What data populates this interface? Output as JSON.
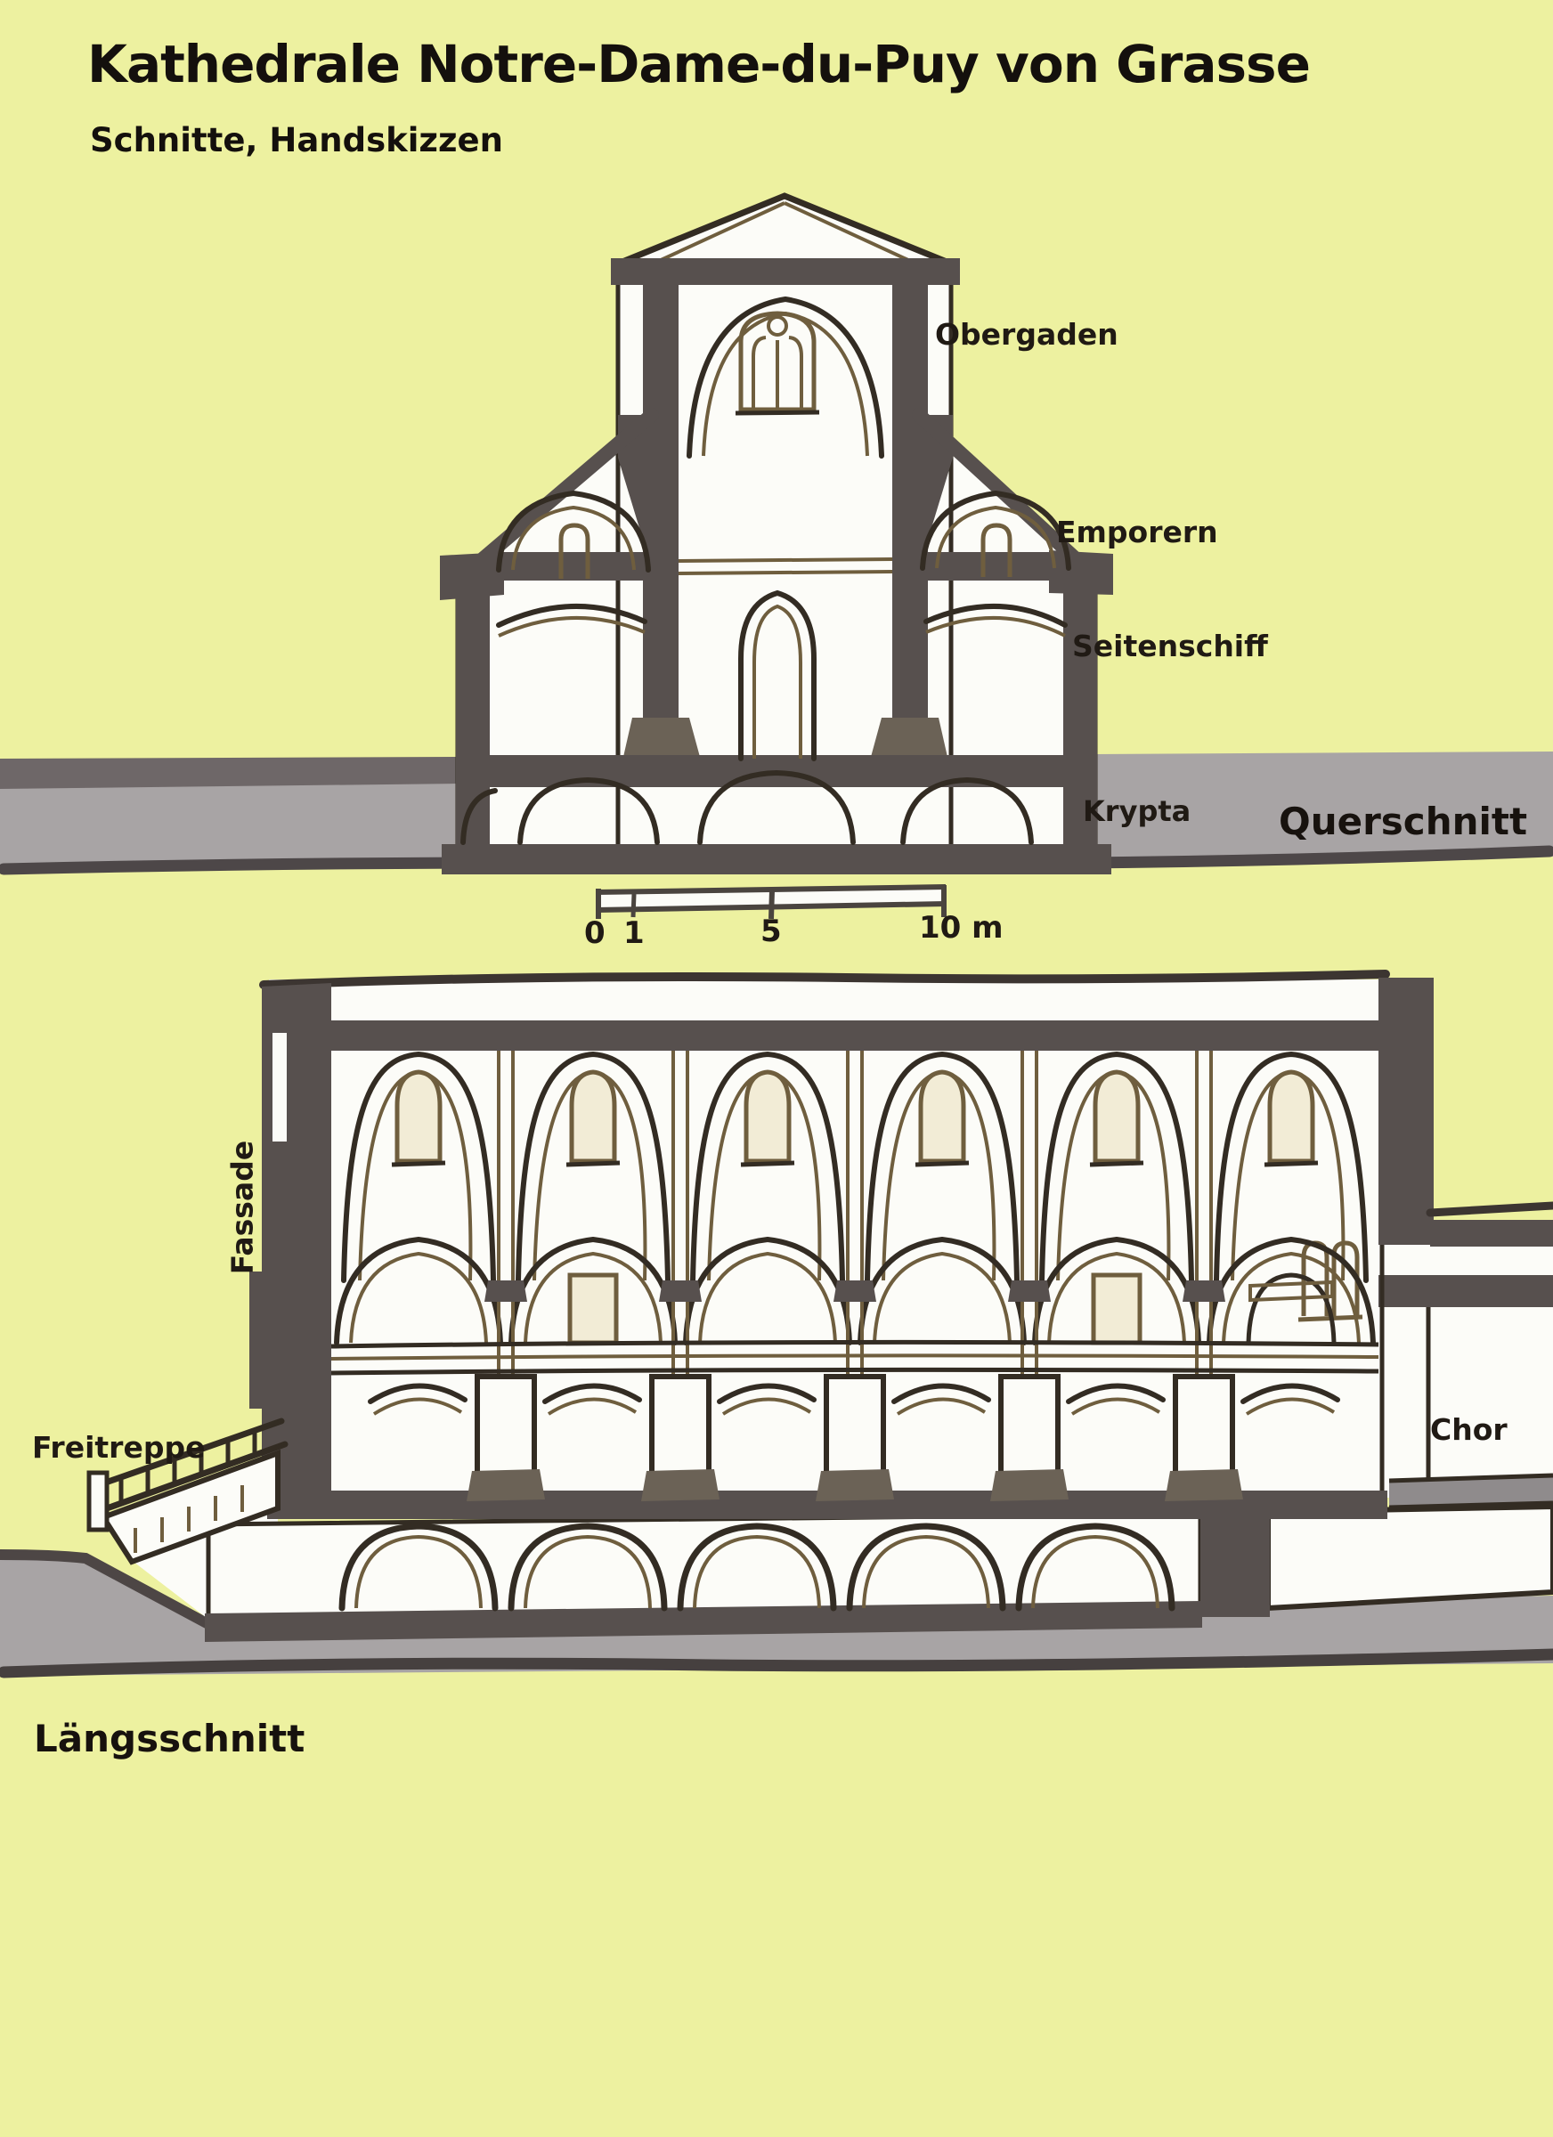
{
  "header": {
    "title": "Kathedrale Notre-Dame-du-Puy von Grasse",
    "subtitle": "Schnitte, Handskizzen"
  },
  "cross_section": {
    "section_label": "Querschnitt",
    "labels": {
      "obergaden": "Obergaden",
      "emporen": "Emporern",
      "seitenschiff": "Seitenschiff",
      "krypta": "Krypta"
    }
  },
  "scale_bar": {
    "tick_0": "0",
    "tick_1": "1",
    "tick_5": "5",
    "tick_10": "10 m"
  },
  "long_section": {
    "section_label": "Längsschnitt",
    "labels": {
      "fassade": "Fassade",
      "freitreppe": "Freitreppe",
      "chor": "Chor"
    }
  },
  "colors": {
    "background": "#edf1a0",
    "ground_light": "#a8a4a5",
    "ground_dark": "#6e6768",
    "wall_dark": "#57504e",
    "ink": "#332c23",
    "ink_brown": "#6f5e3e",
    "paper_white": "#fcfcf8",
    "text": "#1b1612"
  }
}
